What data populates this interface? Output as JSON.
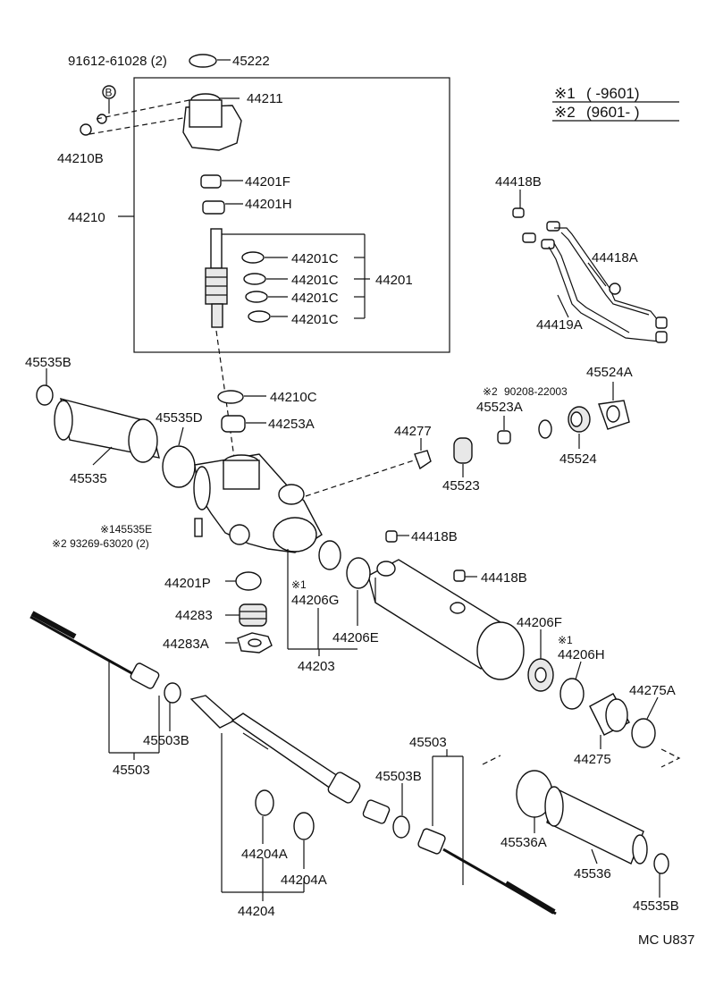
{
  "legend": {
    "line1_mark": "※1",
    "line1_range": "(      -9601)",
    "line2_mark": "※2",
    "line2_range": "(9601-        )"
  },
  "labels": {
    "p91612": "91612-61028 (2)",
    "p45222": "45222",
    "p44211": "44211",
    "p44210B": "44210B",
    "p44201F": "44201F",
    "p44201H": "44201H",
    "p44210": "44210",
    "p44201C_1": "44201C",
    "p44201C_2": "44201C",
    "p44201C_3": "44201C",
    "p44201C_4": "44201C",
    "p44201": "44201",
    "p44418B_top": "44418B",
    "p44418A": "44418A",
    "p44419A": "44419A",
    "p45535B_left": "45535B",
    "p44210C": "44210C",
    "p44253A": "44253A",
    "p45535D": "45535D",
    "p45535": "45535",
    "p90208_mark": "※2",
    "p90208": "90208-22003",
    "p45524A": "45524A",
    "p45523A": "45523A",
    "p44277": "44277",
    "p45524": "45524",
    "p45523": "45523",
    "p45535E": "※145535E",
    "p93269": "※2 93269-63020 (2)",
    "p44418B_mid": "44418B",
    "p44418B_low": "44418B",
    "p44201P": "44201P",
    "p44206G_mark": "※1",
    "p44206G": "44206G",
    "p44283": "44283",
    "p44283A": "44283A",
    "p44206E": "44206E",
    "p44203": "44203",
    "p44206F": "44206F",
    "p44206H_mark": "※1",
    "p44206H": "44206H",
    "p44275A": "44275A",
    "p45503B_left": "45503B",
    "p44275": "44275",
    "p45503_left": "45503",
    "p45503_right": "45503",
    "p45503B_right": "45503B",
    "p45536A": "45536A",
    "p44204A_1": "44204A",
    "p44204A_2": "44204A",
    "p45536": "45536",
    "p45535B_right": "45535B",
    "p44204": "44204",
    "b_mark": "B"
  },
  "diagram_code": "MC U837"
}
